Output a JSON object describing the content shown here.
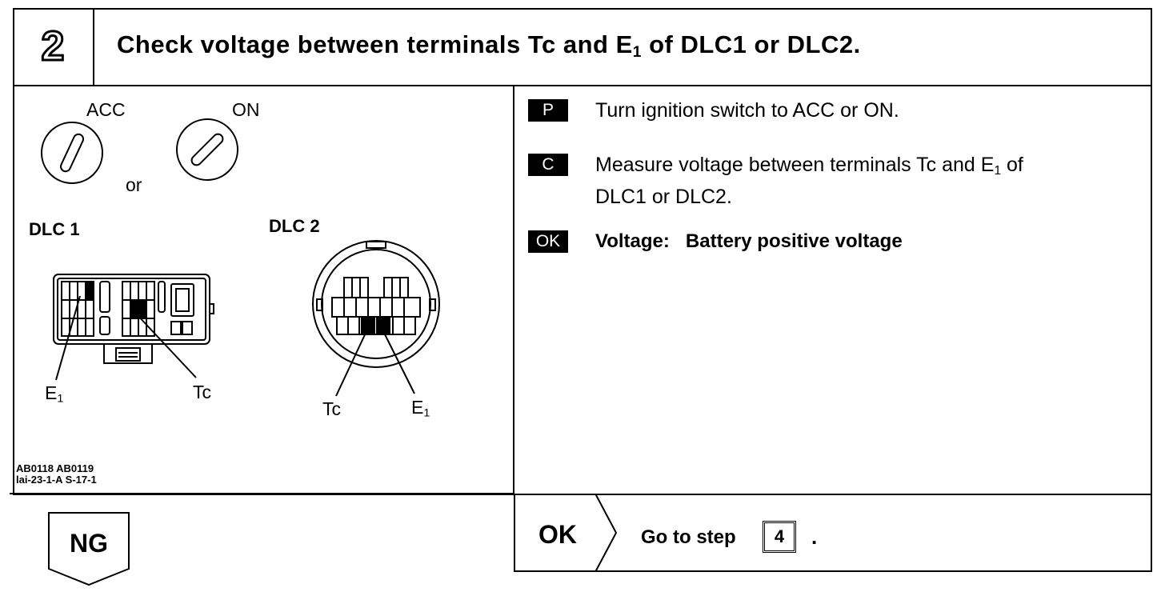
{
  "step": {
    "number": "2",
    "title_pre": "Check voltage between terminals Tc and E",
    "title_sub": "1",
    "title_post": " of DLC1 or DLC2."
  },
  "figure": {
    "acc_label": "ACC",
    "on_label": "ON",
    "or_label": "or",
    "dlc1_label": "DLC 1",
    "dlc2_label": "DLC 2",
    "dlc1_e1_main": "E",
    "dlc1_e1_sub": "1",
    "dlc1_tc": "Tc",
    "dlc2_tc": "Tc",
    "dlc2_e1_main": "E",
    "dlc2_e1_sub": "1",
    "code_line1": "AB0118 AB0119",
    "code_line2": "lai-23-1-A S-17-1"
  },
  "instructions": [
    {
      "badge": "P",
      "text": "Turn ignition switch to ACC or ON."
    },
    {
      "badge": "C",
      "text_pre": "Measure voltage between terminals Tc and E",
      "text_sub": "1",
      "text_post": " of",
      "text_line2": "DLC1 or DLC2."
    },
    {
      "badge": "OK",
      "label": "Voltage:",
      "value": "Battery positive voltage"
    }
  ],
  "result_ok": {
    "label": "OK",
    "text": "Go to step",
    "step_ref": "4",
    "period": "."
  },
  "result_ng": {
    "label": "NG"
  }
}
